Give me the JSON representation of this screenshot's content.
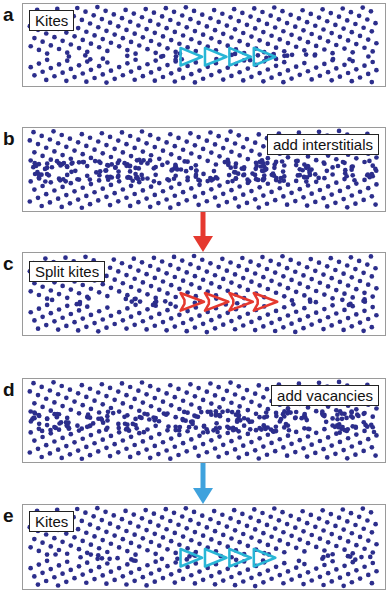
{
  "diagram": {
    "nodes": [
      {
        "text": [
          "a"
        ]
      },
      {
        "text": [
          "Kites"
        ],
        "in": 0
      },
      {
        "text": [
          "b"
        ]
      },
      {
        "text": [
          "add interstitials"
        ],
        "in": 2
      },
      {
        "text": [
          "c"
        ]
      },
      {
        "text": [
          "Split kites"
        ],
        "in": 4
      },
      {
        "text": [
          "d"
        ]
      },
      {
        "text": [
          "add vacancies"
        ],
        "in": 6
      },
      {
        "text": [
          "e"
        ]
      },
      {
        "text": [
          "Kites"
        ],
        "in": 8
      }
    ],
    "edges": [
      {
        "from": 2,
        "to": 4,
        "arrow": "to"
      },
      {
        "from": 6,
        "to": 8,
        "arrow": "to"
      }
    ]
  }
}
